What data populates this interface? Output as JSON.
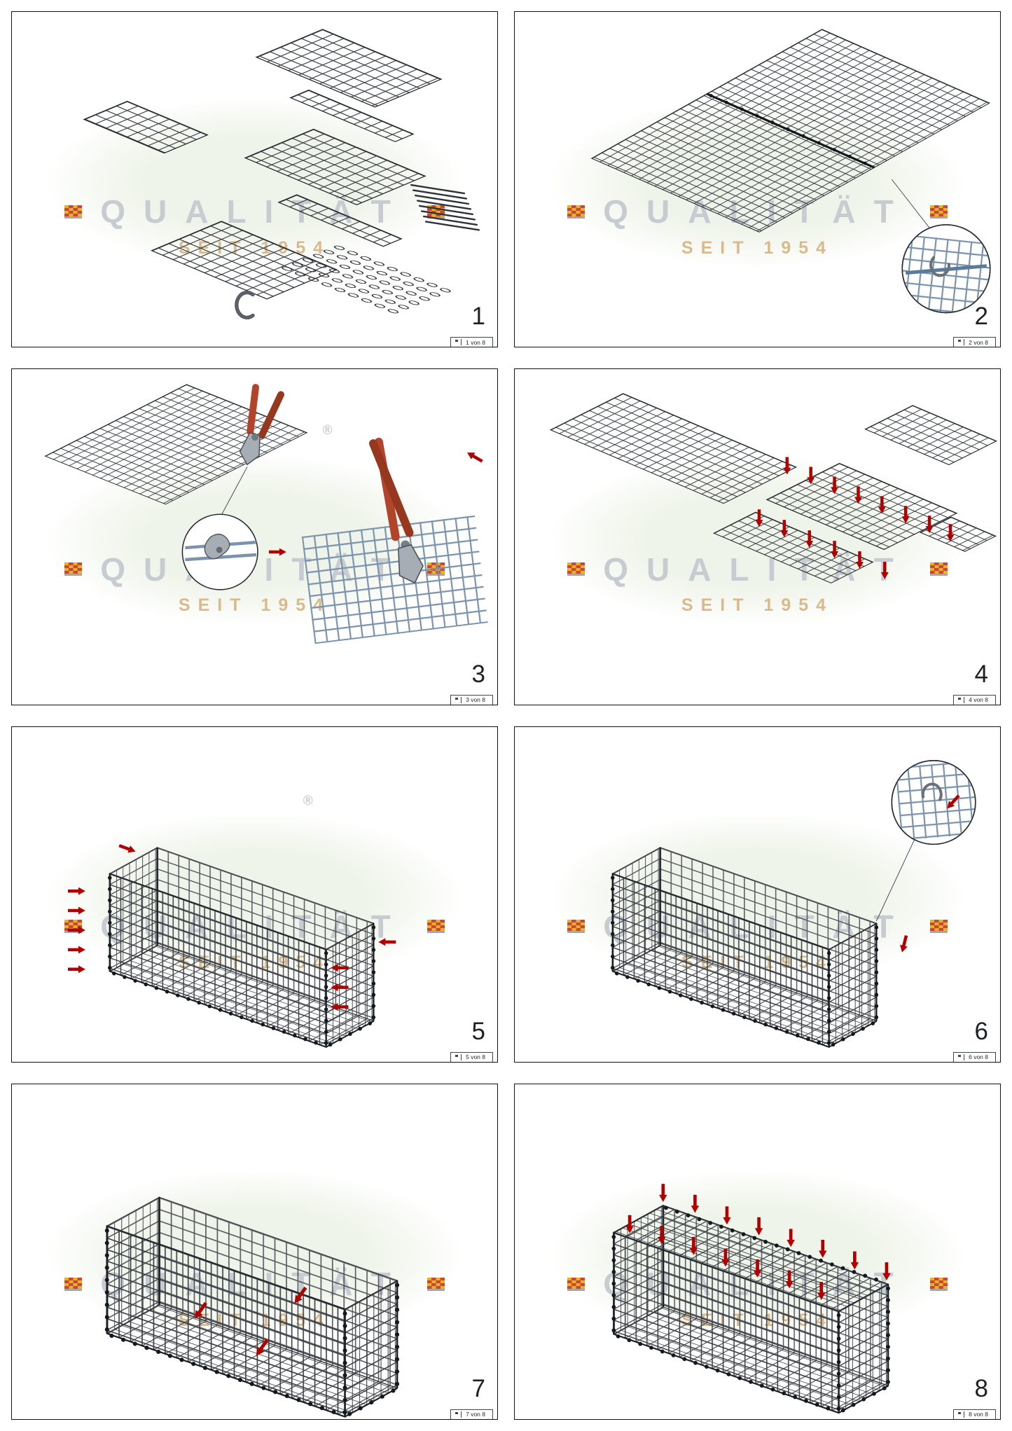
{
  "watermark": {
    "line1": "QUALITÄT",
    "line2": "SEIT 1954",
    "registered": "®"
  },
  "panels": [
    {
      "step": "1",
      "page_label": "1 von 8"
    },
    {
      "step": "2",
      "page_label": "2 von 8"
    },
    {
      "step": "3",
      "page_label": "3 von 8"
    },
    {
      "step": "4",
      "page_label": "4 von 8"
    },
    {
      "step": "5",
      "page_label": "5 von 8"
    },
    {
      "step": "6",
      "page_label": "6 von 8"
    },
    {
      "step": "7",
      "page_label": "7 von 8"
    },
    {
      "step": "8",
      "page_label": "8 von 8"
    }
  ],
  "colors": {
    "mesh": "#3c4147",
    "mesh_detail_blue": "#7b93ab",
    "arrow_red": "#b00000",
    "watermark_text": "#c7ccd1",
    "watermark_accent": "#d9ba8c",
    "panel_border": "#101214"
  }
}
